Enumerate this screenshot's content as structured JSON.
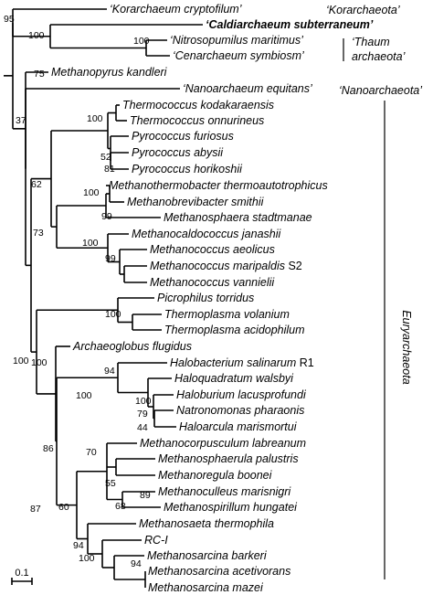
{
  "leaves": [
    {
      "t": "‘Korarchaeum cryptofilum’"
    },
    {
      "t": "‘Caldiarchaeum subterraneum’"
    },
    {
      "t": "‘Nitrosopumilus maritimus’"
    },
    {
      "t": "‘Cenarchaeum symbiosm’"
    },
    {
      "t": "Methanopyrus kandleri"
    },
    {
      "t": "‘Nanoarchaeum equitans’"
    },
    {
      "t": "Thermococcus kodakaraensis"
    },
    {
      "t": "Thermococcus onnurineus"
    },
    {
      "t": "Pyrococcus furiosus"
    },
    {
      "t": "Pyrococcus abysii"
    },
    {
      "t": "Pyrococcus horikoshii"
    },
    {
      "t": "Methanothermobacter thermoautotrophicus"
    },
    {
      "t": "Methanobrevibacter smithii"
    },
    {
      "t": "Methanosphaera stadtmanae"
    },
    {
      "t": "Methanocaldococcus janashii"
    },
    {
      "t": "Methanococcus aeolicus"
    },
    {
      "t": "Methanococcus maripaldis",
      "s": "S2"
    },
    {
      "t": "Methanococcus vannielii"
    },
    {
      "t": "Picrophilus torridus"
    },
    {
      "t": "Thermoplasma volanium"
    },
    {
      "t": "Thermoplasma acidophilum"
    },
    {
      "t": "Archaeoglobus flugidus"
    },
    {
      "t": "Halobacterium salinarum",
      "s": "R1"
    },
    {
      "t": "Haloquadratum walsbyi"
    },
    {
      "t": "Haloburium lacusprofundi"
    },
    {
      "t": "Natronomonas pharaonis"
    },
    {
      "t": "Haloarcula marismortui"
    },
    {
      "t": "Methanocorpusculum labreanum"
    },
    {
      "t": "Methanosphaerula palustris"
    },
    {
      "t": "Methanoregula boonei"
    },
    {
      "t": "Methanoculleus marisnigri"
    },
    {
      "t": "Methanospirillum hungatei"
    },
    {
      "t": "Methanosaeta thermophila"
    },
    {
      "t": "RC-I"
    },
    {
      "t": "Methanosarcina barkeri"
    },
    {
      "t": "Methanosarcina acetivorans"
    },
    {
      "t": "Methanosarcina mazei"
    }
  ],
  "groups": {
    "korarchaeota": "‘Korarchaeota’",
    "thaum_1": "‘Thaum",
    "thaum_2": "archaeota’",
    "nanoarchaeota": "‘Nanoarchaeota’",
    "euryarchaeota": "Euryarchaeota"
  },
  "bootstrap": [
    "95",
    "100",
    "100",
    "75",
    "37",
    "100",
    "52",
    "81",
    "62",
    "100",
    "99",
    "73",
    "100",
    "99",
    "100",
    "100",
    "100",
    "94",
    "100",
    "79",
    "44",
    "70",
    "100",
    "55",
    "89",
    "86",
    "60",
    "68",
    "87",
    "94",
    "100",
    "94"
  ],
  "scale_bar": "0.1"
}
